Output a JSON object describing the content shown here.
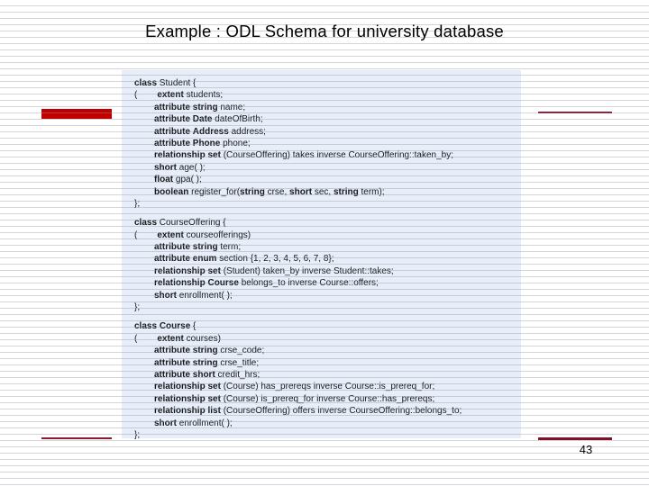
{
  "slide": {
    "title": "Example : ODL Schema for university database",
    "page_number": "43",
    "accent_color": "#c00000",
    "rule_color": "#7d1128",
    "panel_background": "#e7eefa"
  },
  "code": {
    "classes": [
      {
        "name": "Student",
        "header": "class Student {",
        "open_paren": "(",
        "extent": "extent students;",
        "lines": [
          "attribute string name;",
          "attribute Date dateOfBirth;",
          "attribute Address address;",
          "attribute Phone phone;",
          "relationship set (CourseOffering) takes inverse CourseOffering::taken_by;",
          "short age( );",
          "float gpa( );",
          "boolean register_for(string crse, short sec, string term);"
        ],
        "footer": "};"
      },
      {
        "name": "CourseOffering",
        "header": "class CourseOffering {",
        "open_paren": "(",
        "extent": "extent courseofferings)",
        "lines": [
          "attribute string term;",
          "attribute enum section {1, 2, 3, 4, 5, 6, 7, 8};",
          "relationship set (Student) taken_by inverse Student::takes;",
          "relationship Course belongs_to inverse Course::offers;",
          "short enrollment( );"
        ],
        "footer": "};"
      },
      {
        "name": "Course",
        "header": "class Course {",
        "open_paren": "(",
        "extent": "extent courses)",
        "lines": [
          "attribute string crse_code;",
          "attribute string crse_title;",
          "attribute short credit_hrs;",
          "relationship set (Course) has_prereqs inverse Course::is_prereq_for;",
          "relationship set (Course) is_prereq_for inverse Course::has_prereqs;",
          "relationship list (CourseOffering) offers inverse CourseOffering::belongs_to;",
          "short enrollment( );"
        ],
        "footer": "};"
      }
    ],
    "keywords": [
      "class",
      "extent",
      "attribute",
      "string",
      "Date",
      "Address",
      "Phone",
      "relationship",
      "set",
      "list",
      "inverse",
      "short",
      "float",
      "boolean",
      "enum",
      "Course"
    ]
  }
}
